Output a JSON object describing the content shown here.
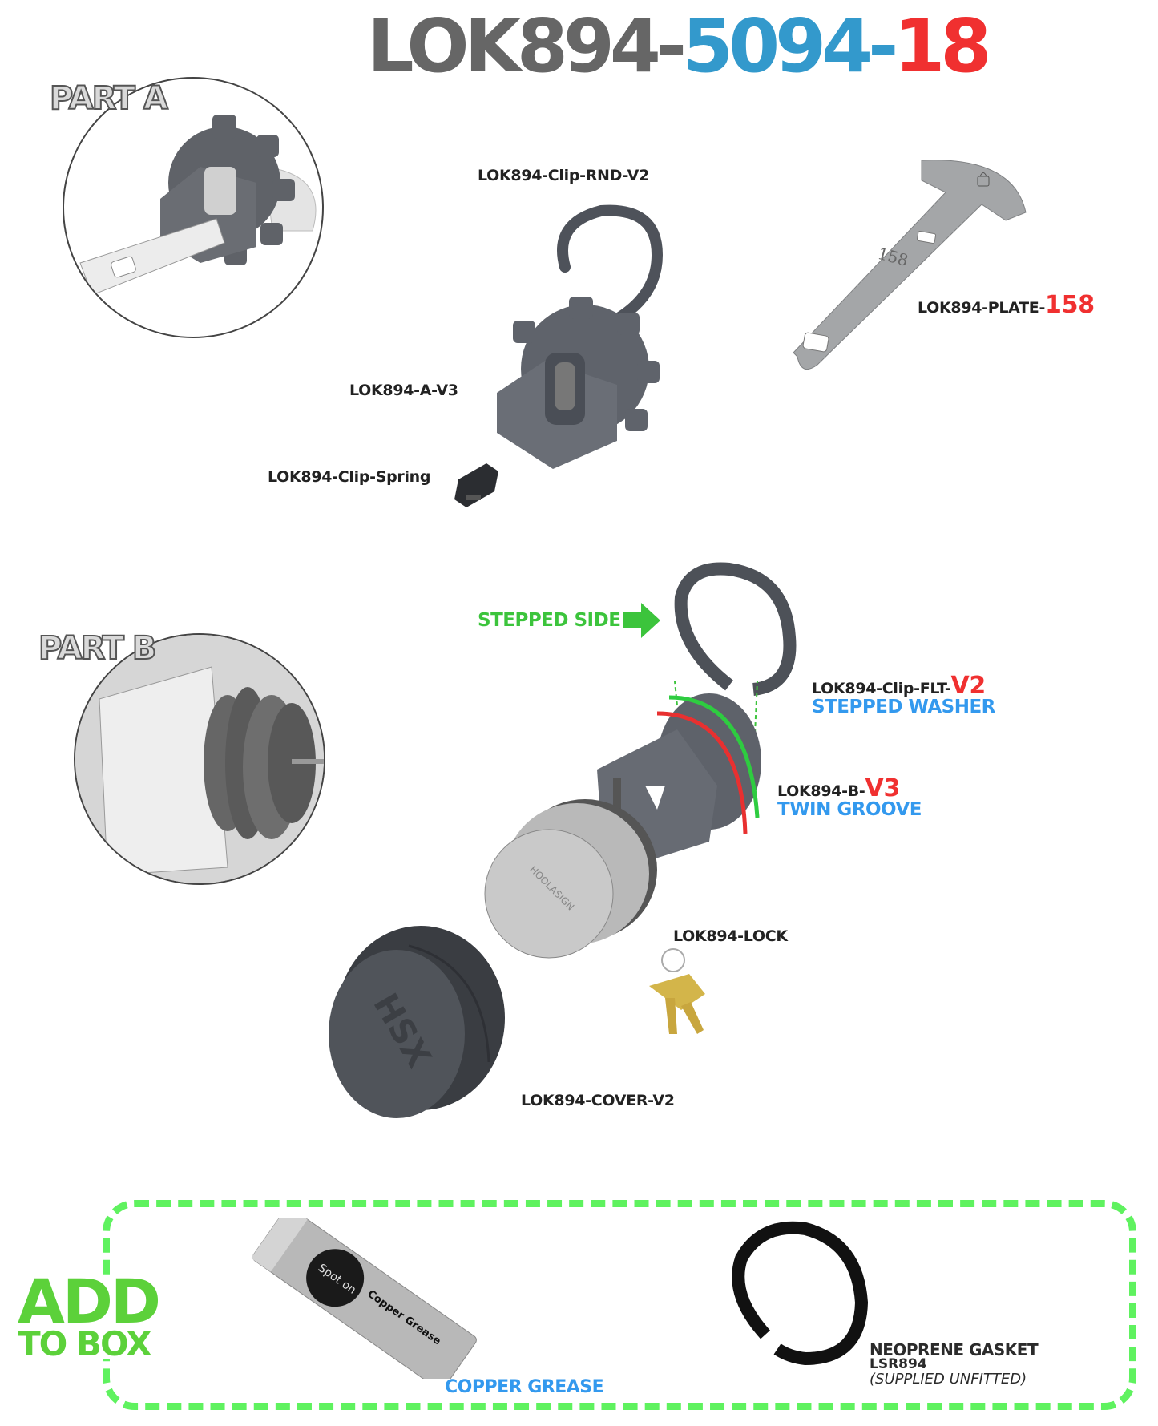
{
  "title": {
    "part1": "LOK894-",
    "part2": "5094-",
    "part3": "18",
    "colors": {
      "part1": "#666666",
      "part2": "#3399cc",
      "part3": "#f03030"
    }
  },
  "sections": {
    "part_a": {
      "label": "PART A"
    },
    "part_b": {
      "label": "PART B"
    }
  },
  "parts": {
    "clip_rnd": {
      "label": "LOK894-Clip-RND-V2"
    },
    "a_v3": {
      "label": "LOK894-A-V3"
    },
    "clip_spring": {
      "label": "LOK894-Clip-Spring"
    },
    "plate": {
      "prefix": "LOK894-PLATE-",
      "suffix": "158",
      "engraving": "158"
    },
    "stepped_side": {
      "label": "STEPPED SIDE"
    },
    "clip_flt": {
      "prefix": "LOK894-Clip-FLT-",
      "suffix": "V2",
      "subtitle": "STEPPED WASHER"
    },
    "b_v3": {
      "prefix": "LOK894-B-",
      "suffix": "V3",
      "subtitle": "TWIN GROOVE"
    },
    "lock": {
      "label": "LOK894-LOCK"
    },
    "cover": {
      "label": "LOK894-COVER-V2",
      "emboss": "HSX"
    }
  },
  "add_to_box": {
    "heading_line1": "ADD",
    "heading_line2": "TO BOX",
    "items": [
      {
        "name": "COPPER GREASE",
        "pack_brand": "Spot on",
        "pack_text": "Copper Grease"
      },
      {
        "name": "NEOPRENE GASKET",
        "code": "LSR894",
        "note": "(SUPPLIED UNFITTED)"
      }
    ]
  },
  "colors": {
    "accent_blue": "#3399ee",
    "accent_red": "#f03030",
    "accent_green": "#3cc43c",
    "dash_green": "#5ff25f",
    "part_grey": "#56595f"
  }
}
